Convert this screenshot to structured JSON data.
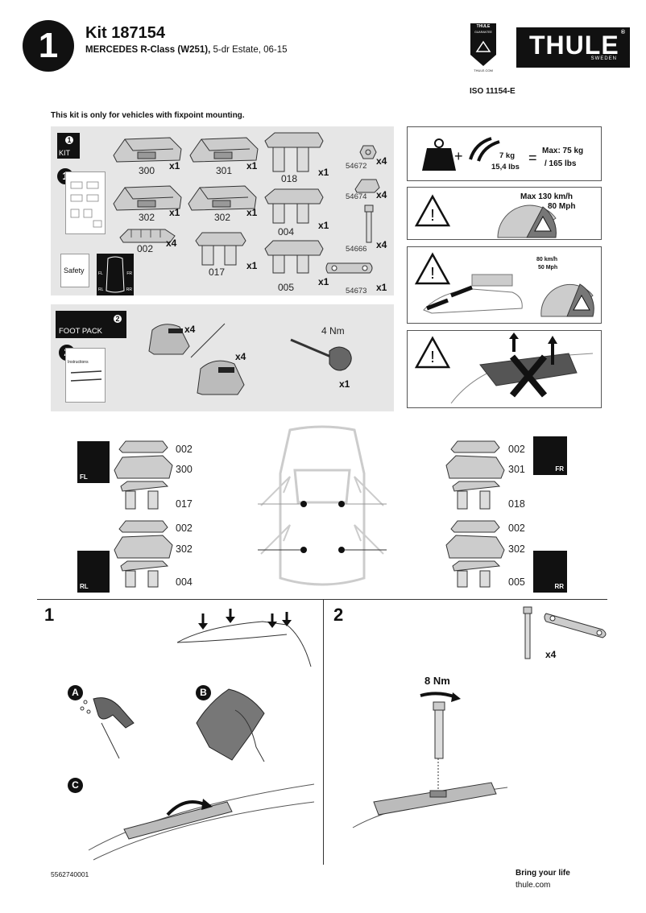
{
  "header": {
    "step_number": "1",
    "kit_title": "Kit 187154",
    "vehicle_bold": "MERCEDES R-Class (W251),",
    "vehicle_rest": " 5-dr Estate, 06-15",
    "brand": "THULE",
    "brand_sub": "SWEDEN",
    "guarantee_top": "THULE",
    "guarantee_mid": "GUARANTEE",
    "guarantee_bottom": "THULE.COM",
    "iso": "ISO 11154-E"
  },
  "kit_note": "This kit is only for vehicles with fixpoint mounting.",
  "kit_panel": {
    "badge": "1",
    "label": "KIT",
    "doc_badge": "1",
    "safety_label": "Safety",
    "corner_labels": [
      "FL",
      "FR",
      "RL",
      "RR"
    ],
    "parts": [
      {
        "code": "300",
        "qty": "x1"
      },
      {
        "code": "301",
        "qty": "x1"
      },
      {
        "code": "018",
        "qty": "x1"
      },
      {
        "code": "54672",
        "qty": "x4"
      },
      {
        "code": "302",
        "qty": "x1"
      },
      {
        "code": "302",
        "qty": "x1"
      },
      {
        "code": "004",
        "qty": "x1"
      },
      {
        "code": "54674",
        "qty": "x4"
      },
      {
        "code": "002",
        "qty": "x4"
      },
      {
        "code": "017",
        "qty": "x1"
      },
      {
        "code": "005",
        "qty": "x1"
      },
      {
        "code": "54666",
        "qty": "x4"
      },
      {
        "code": "54673",
        "qty": "x1"
      }
    ]
  },
  "foot_panel": {
    "badge": "2",
    "label": "FOOT PACK",
    "doc_badge": "2",
    "instructions_label": "Instructions",
    "foot_qty_1": "x4",
    "foot_qty_2": "x4",
    "torque": "4 Nm",
    "tool_qty": "x1"
  },
  "warnings": {
    "weight_1": "7 kg",
    "weight_2": "15,4 lbs",
    "equals": "=",
    "plus": "+",
    "max_load_1": "Max: 75 kg",
    "max_load_2": "/ 165 lbs",
    "speed_1": "Max  130 km/h",
    "speed_2": "80 Mph",
    "speed_small_1": "80 km/h",
    "speed_small_2": "50 Mph"
  },
  "layout_map": {
    "left_front": [
      "002",
      "300",
      "017"
    ],
    "left_rear": [
      "002",
      "302",
      "004"
    ],
    "right_front": [
      "002",
      "301",
      "018"
    ],
    "right_rear": [
      "002",
      "302",
      "005"
    ],
    "corners": [
      "FL",
      "FR",
      "RL",
      "RR"
    ]
  },
  "steps": {
    "step1": "1",
    "step2": "2",
    "letters": [
      "A",
      "B",
      "C"
    ],
    "torque": "8 Nm",
    "qty": "x4"
  },
  "footer": {
    "code": "5562740001",
    "slogan": "Bring your life",
    "url": "thule.com"
  }
}
